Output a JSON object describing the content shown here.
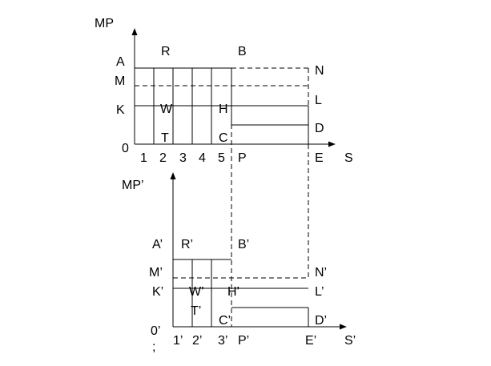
{
  "upper": {
    "y_axis_label": "MP",
    "x_axis_label": "S",
    "origin": "0",
    "x_ticks": [
      "1",
      "2",
      "3",
      "4",
      "5"
    ],
    "labels": {
      "A": "A",
      "M": "M",
      "K": "K",
      "R": "R",
      "B": "B",
      "N": "N",
      "L": "L",
      "W": "W",
      "H": "H",
      "T": "T",
      "C": "C",
      "D": "D",
      "P": "P",
      "E": "E"
    }
  },
  "lower": {
    "y_axis_label": "MP’",
    "x_axis_label": "S’",
    "origin": "0’",
    "origin_extra": ";",
    "x_ticks": [
      "1’",
      "2’",
      "3’"
    ],
    "labels": {
      "A": "A’",
      "R": "R’",
      "B": "B’",
      "M": "M’",
      "N": "N’",
      "K": "K’",
      "W": "W’",
      "H": "H’",
      "L": "L’",
      "T": "T’",
      "C": "C’",
      "D": "D’",
      "P": "P’",
      "E": "E’"
    }
  }
}
